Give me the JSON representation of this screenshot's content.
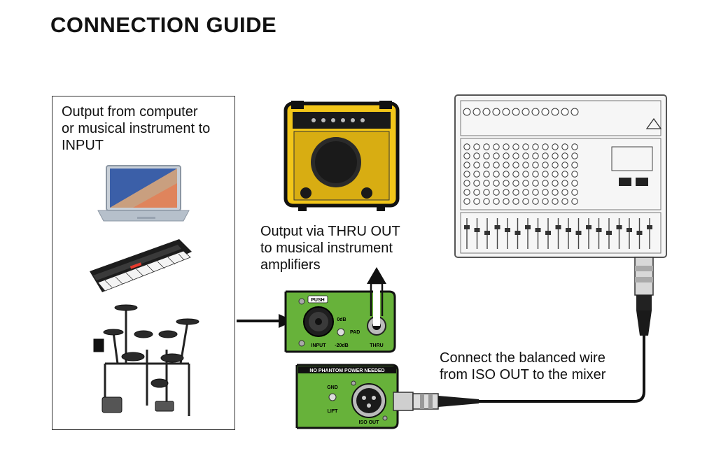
{
  "title": "CONNECTION GUIDE",
  "labels": {
    "input": "Output from computer\nor musical instrument to\nINPUT",
    "thru": "Output via THRU OUT\nto musical instrument\namplifiers",
    "iso": "Connect the balanced wire\nfrom ISO OUT to the mixer"
  },
  "top_panel": {
    "push": "PUSH",
    "input": "INPUT",
    "zero_db": "0dB",
    "pad": "PAD",
    "minus20": "-20dB",
    "thru": "THRU"
  },
  "bottom_panel": {
    "banner": "NO PHANTOM POWER NEEDED",
    "gnd": "GND",
    "lift": "LIFT",
    "iso_out": "ISO OUT"
  },
  "colors": {
    "panel_green": "#67b23a",
    "amp_yellow": "#f2c619",
    "banner_black": "#111111"
  }
}
